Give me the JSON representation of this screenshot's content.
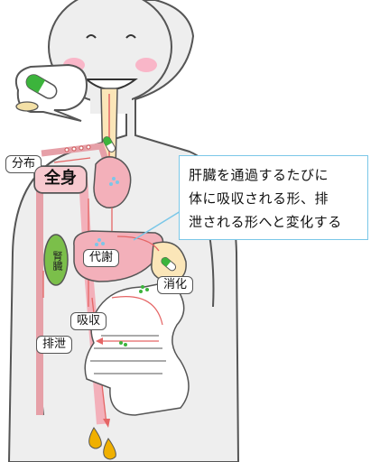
{
  "callout": {
    "lines": [
      "肝臓を通過するたびに",
      "体に吸収される形、排",
      "泄される形へと変化する"
    ]
  },
  "labels": {
    "distribution": "分布",
    "whole_body": "全身",
    "kidney": "腎臓",
    "metabolism": "代謝",
    "digestion": "消化",
    "absorption": "吸収",
    "excretion": "排泄"
  },
  "colors": {
    "skin": "#eeeeee",
    "outline": "#555555",
    "cheek": "#f9b6c8",
    "organ_pink": "#f3b0ba",
    "flow_red": "#e56565",
    "kidney_green": "#7bbf4a",
    "pill_green": "#3cb43c",
    "callout_border": "#7ac7e8",
    "intestine": "#ffffff",
    "drop": "#f0b000"
  }
}
